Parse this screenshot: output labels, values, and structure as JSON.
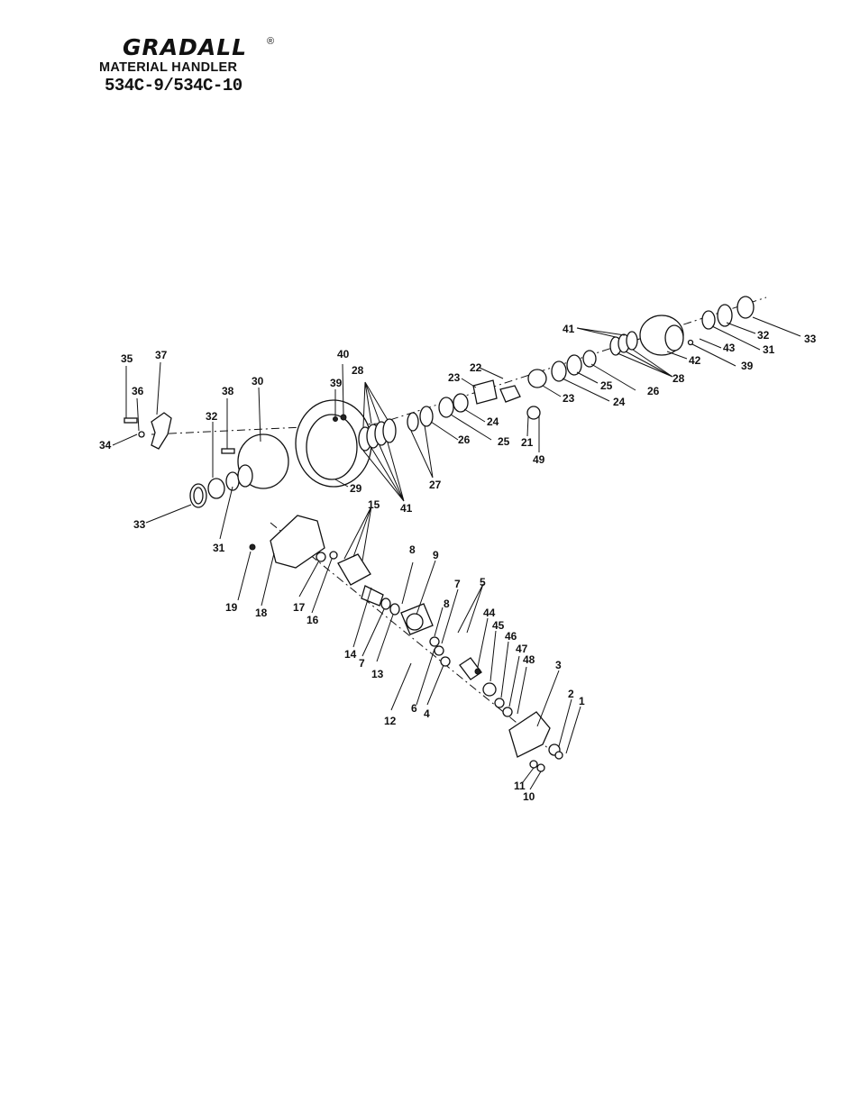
{
  "header": {
    "brand": "GRADALL",
    "registered": "®",
    "subtitle": "MATERIAL HANDLER",
    "model": "534C-9/534C-10"
  },
  "callouts": [
    "1",
    "2",
    "3",
    "4",
    "5",
    "6",
    "7",
    "8",
    "9",
    "10",
    "11",
    "12",
    "13",
    "14",
    "15",
    "16",
    "17",
    "18",
    "19",
    "21",
    "22",
    "23",
    "24",
    "25",
    "26",
    "27",
    "28",
    "29",
    "30",
    "31",
    "32",
    "33",
    "34",
    "35",
    "36",
    "37",
    "38",
    "39",
    "40",
    "41",
    "42",
    "43",
    "44",
    "45",
    "46",
    "47",
    "48",
    "49"
  ]
}
